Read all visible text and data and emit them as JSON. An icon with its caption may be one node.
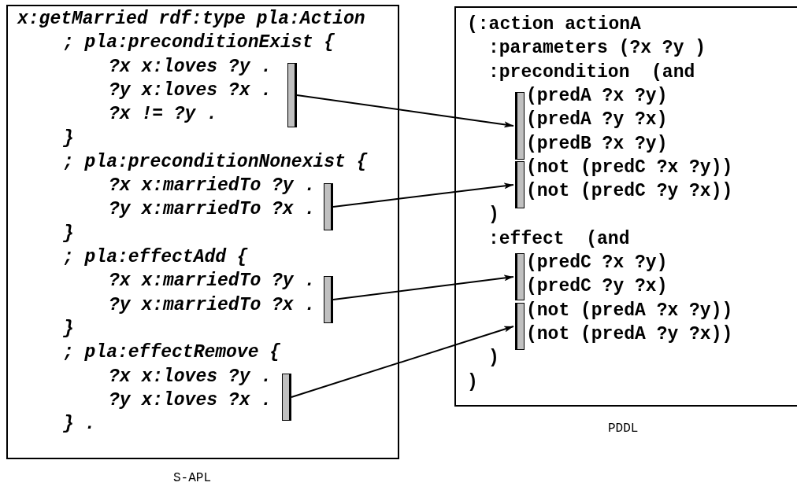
{
  "diagram": {
    "nodes": [
      {
        "text": [
          "x:getMarried rdf:type pla:Action",
          "; pla:preconditionExist {",
          "?x x:loves ?y .",
          "?y x:loves ?x .",
          "?x != ?y .",
          "}",
          "; pla:preconditionNonexist {",
          "?x x:marriedTo ?y .",
          "?y x:marriedTo ?x .",
          "}",
          "; pla:effectAdd {",
          "?x x:marriedTo ?y .",
          "?y x:marriedTo ?x .",
          "}",
          "; pla:effectRemove {",
          "?x x:loves ?y .",
          "?y x:loves ?x .",
          "} ."
        ],
        "beside": [
          "S-APL"
        ]
      },
      {
        "text": [
          "(:action actionA",
          ":parameters (?x ?y )",
          ":precondition  (and",
          "(predA ?x ?y)",
          "(predA ?y ?x)",
          "(predB ?x ?y)",
          "(not (predC ?x ?y))",
          "(not (predC ?y ?x))",
          ")",
          ":effect  (and",
          "(predC ?x ?y)",
          "(predC ?y ?x)",
          "(not (predA ?x ?y))",
          "(not (predA ?y ?x))",
          ")",
          ")"
        ],
        "beside": [
          "PDDL"
        ]
      },
      {
        "text": [],
        "shape": "bar",
        "in": 0
      },
      {
        "text": [],
        "shape": "bar",
        "in": 0
      },
      {
        "text": [],
        "shape": "bar",
        "in": 0
      },
      {
        "text": [],
        "shape": "bar",
        "in": 0
      },
      {
        "text": [],
        "shape": "bar",
        "in": 1
      },
      {
        "text": [],
        "shape": "bar",
        "in": 1
      },
      {
        "text": [],
        "shape": "bar",
        "in": 1
      },
      {
        "text": [],
        "shape": "bar",
        "in": 1
      }
    ],
    "edges": [
      {
        "from": 2,
        "to": 6,
        "arrow": "to"
      },
      {
        "from": 3,
        "to": 7,
        "arrow": "to"
      },
      {
        "from": 4,
        "to": 8,
        "arrow": "to"
      },
      {
        "from": 5,
        "to": 9,
        "arrow": "to"
      }
    ]
  }
}
